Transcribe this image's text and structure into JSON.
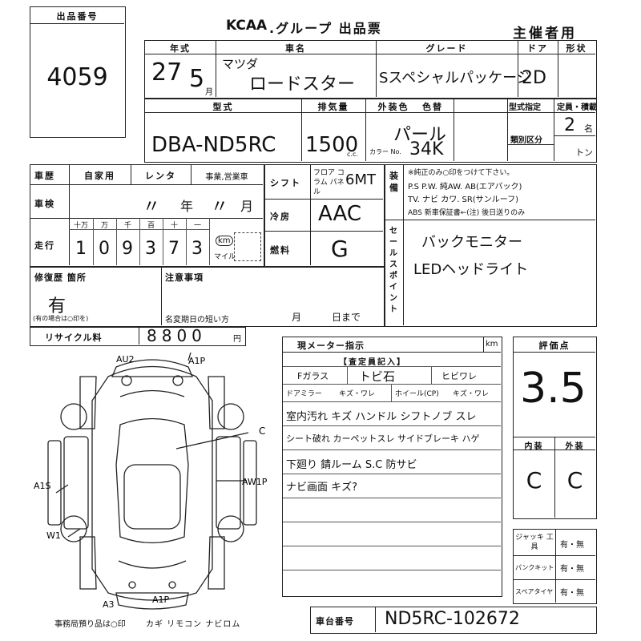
{
  "header": {
    "lot_label": "出品番号",
    "lot_number": "4059",
    "brand": "KCAA",
    "title": ".グループ 出品票",
    "sponsor_use": "主催者用"
  },
  "row1": {
    "year_label": "年式",
    "car_name_label": "車名",
    "grade_label": "グレード",
    "door_label": "ドア",
    "shape_label": "形状",
    "year_value": "27",
    "month_value": "5",
    "month_unit": "月",
    "maker_value": "マツダ",
    "car_name_value": "ロードスター",
    "grade_value": "Sスペシャルパッケージ",
    "door_value": "2D"
  },
  "row2": {
    "model_label": "型式",
    "displacement_label": "排気量",
    "exterior_color_label": "外装色",
    "color_change_label": "色替",
    "model_designation_label": "型式指定",
    "capacity_label": "定員・積載",
    "category_label": "類別区分",
    "model_value": "DBA-ND5RC",
    "displacement_value": "1500",
    "cc_unit": "c.c.",
    "color_value": "パール",
    "color_no_label": "カラー No.",
    "color_no_value": "34K",
    "capacity_value": "2",
    "person_unit": "名",
    "ton_unit": "トン"
  },
  "history": {
    "history_label": "車歴",
    "private_label": "自家用",
    "rental_label": "レンタ",
    "business_label": "事業,営業車",
    "inspection_label": "車検",
    "year_unit": "年",
    "month_unit": "月",
    "mileage_label": "走行",
    "digit_labels": [
      "十万",
      "万",
      "千",
      "百",
      "十",
      "一"
    ],
    "mileage_digits": [
      "1",
      "0",
      "9",
      "3",
      "7",
      "3"
    ],
    "km_label": "km",
    "mile_label": "マイル",
    "repair_label": "修復歴 箇所",
    "repair_value": "有",
    "repair_note": "(有の場合は○印を)",
    "notes_label": "注意事項",
    "name_change_label": "名変期日の短い方",
    "day_unit": "日まで",
    "recycle_label": "リサイクル料",
    "recycle_value": "8800",
    "yen_unit": "円"
  },
  "mid": {
    "shift_label": "シフト",
    "shift_options": "フロア コラム パネル",
    "shift_value": "6MT",
    "ac_label": "冷房",
    "ac_value": "AAC",
    "fuel_label": "燃料",
    "fuel_value": "G"
  },
  "equipment": {
    "label": "装備",
    "note": "※純正のみ○印をつけて下さい。",
    "line1": "P.S P.W. 純AW. AB(エアバック)",
    "line2": "TV. ナビ カワ. SR(サンルーフ)",
    "line3": "ABS 新車保証書←(注) 後日送りのみ",
    "sales_point_label": "セールスポイント",
    "sales_point_1": "バックモニター",
    "sales_point_2": "LEDヘッドライト"
  },
  "inspection": {
    "meter_label": "現メーター指示",
    "meter_unit": "km",
    "assessor_label": "【査定員記入】",
    "glass_label": "Fガラス",
    "glass_value": "トビ石",
    "crack_label": "ヒビワレ",
    "mirror_label": "ドアミラー",
    "mirror_options": "キズ・ワレ",
    "wheel_label": "ホイール(CP)",
    "wheel_options": "キズ・ワレ",
    "remark_1": "室内汚れ キズ ハンドル シフトノブ スレ",
    "remark_2": "シート破れ カーペットスレ サイドブレーキ ハゲ",
    "remark_3": "下廻り 錆ルーム S.C 防サビ",
    "remark_4": "ナビ画面 キズ?"
  },
  "score": {
    "label": "評価点",
    "value": "3.5",
    "interior_label": "内装",
    "exterior_label": "外装",
    "interior_value": "C",
    "exterior_value": "C"
  },
  "tools": {
    "jack_label": "ジャッキ 工具",
    "puncture_label": "パンクキット",
    "spare_label": "スペアタイヤ",
    "yes_no": "有・無"
  },
  "diagram": {
    "marks": [
      "AU2",
      "A1P",
      "C",
      "A1S",
      "AW1P",
      "W1",
      "A3",
      "A1P"
    ]
  },
  "footer": {
    "office_note": "事務局預り品は○印",
    "key_items": "カギ リモコン ナビロム",
    "chassis_label": "車台番号",
    "chassis_value": "ND5RC-102672"
  }
}
